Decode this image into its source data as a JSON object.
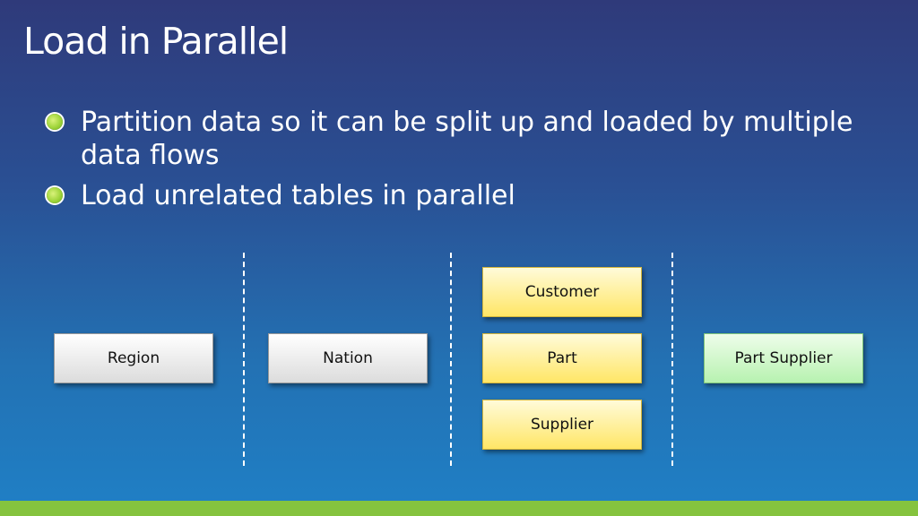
{
  "slide": {
    "title": "Load in Parallel",
    "bullets": [
      "Partition data so it can be split up and loaded by multiple data flows",
      "Load unrelated tables in parallel"
    ]
  },
  "diagram": {
    "stages": [
      {
        "boxes": [
          "Region"
        ]
      },
      {
        "boxes": [
          "Nation"
        ]
      },
      {
        "boxes": [
          "Customer",
          "Part",
          "Supplier"
        ]
      },
      {
        "boxes": [
          "Part Supplier"
        ]
      }
    ]
  },
  "colors": {
    "background_top": "#2f3a7a",
    "background_bottom": "#1f80c6",
    "gray_box": "#dcdcdc",
    "yellow_box": "#ffe666",
    "green_box": "#b7f2b0",
    "accent_bar": "#85c33e"
  }
}
